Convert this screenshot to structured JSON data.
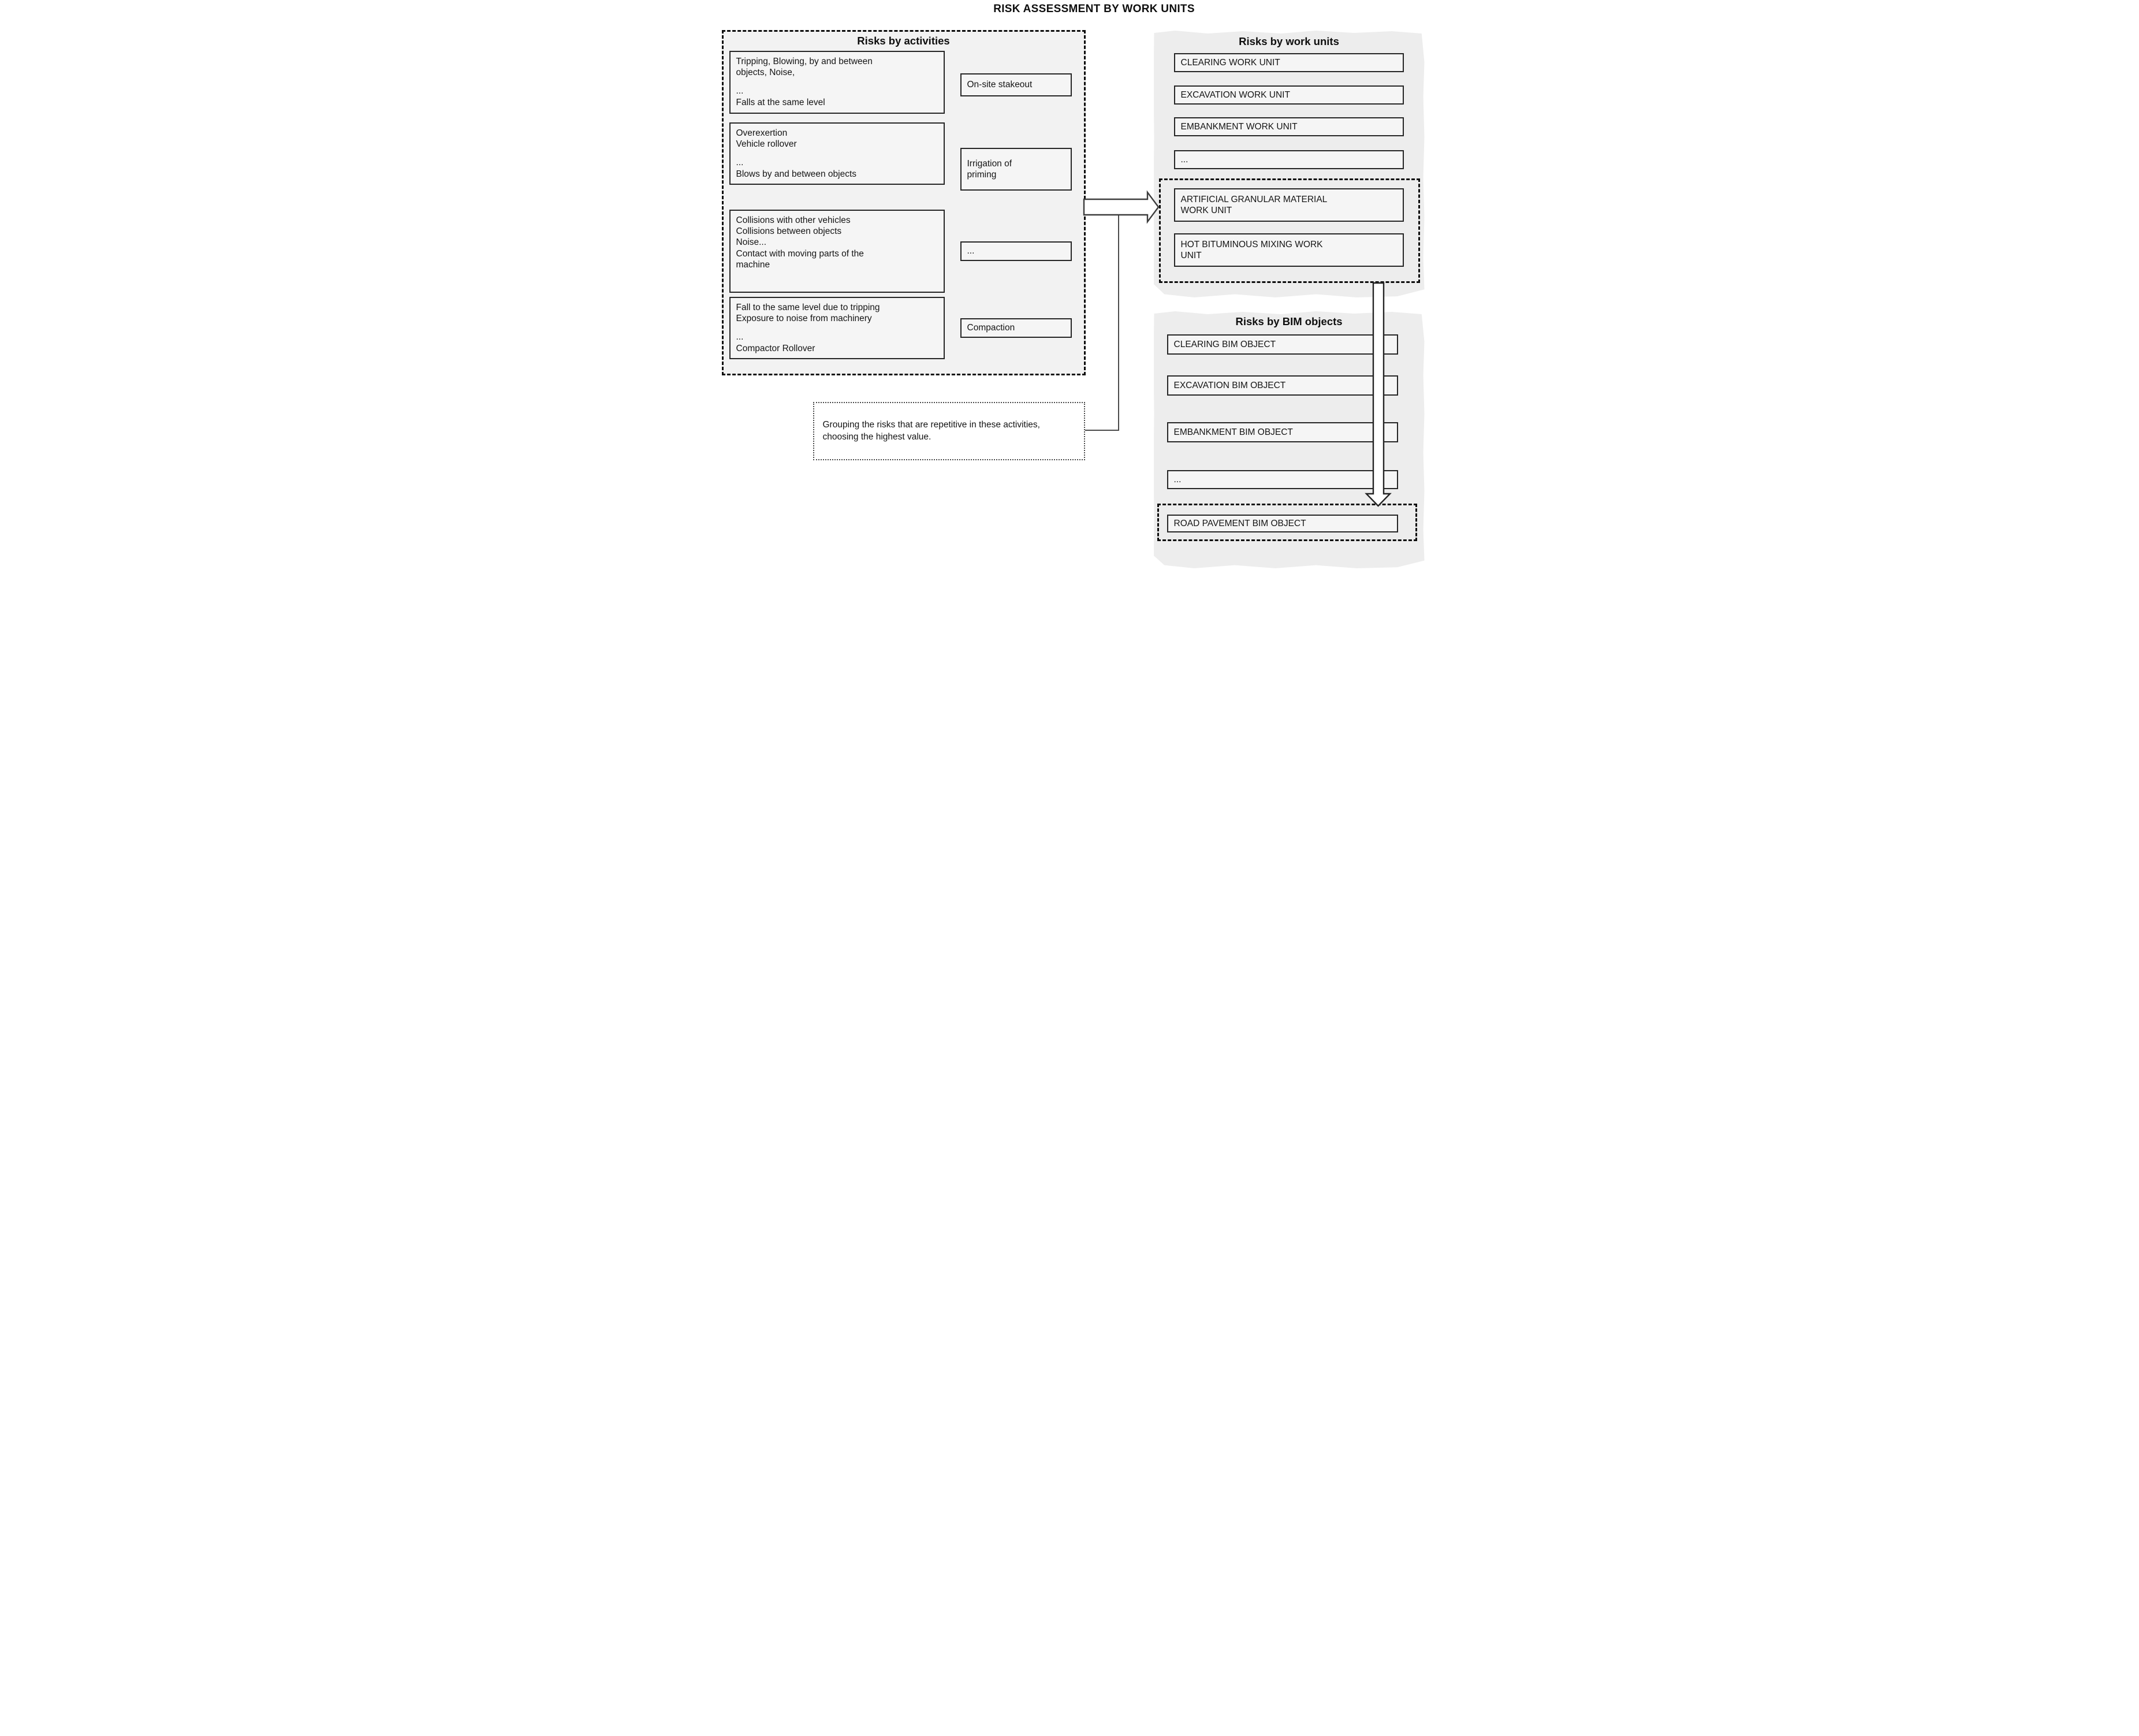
{
  "title": "RISK ASSESSMENT BY WORK UNITS",
  "activities_panel": {
    "header": "Risks by activities",
    "risk_boxes": [
      [
        "Tripping, Blowing, by and between",
        "objects, Noise,",
        "",
        "...",
        "Falls at the same level"
      ],
      [
        "Overexertion",
        "Vehicle rollover",
        "",
        "...",
        "Blows by and between objects"
      ],
      [
        "Collisions with other vehicles",
        "Collisions between objects",
        "Noise...",
        "Contact with moving parts of the",
        "machine"
      ],
      [
        "Fall to the same level due to tripping",
        "Exposure to noise from machinery",
        "",
        "...",
        "Compactor Rollover"
      ]
    ],
    "activity_labels": [
      [
        "On-site stakeout"
      ],
      [
        "Irrigation of",
        "priming"
      ],
      [
        "..."
      ],
      [
        "Compaction"
      ]
    ]
  },
  "work_units_panel": {
    "header": "Risks by work units",
    "units": [
      "CLEARING WORK UNIT",
      "EXCAVATION WORK UNIT",
      "EMBANKMENT WORK UNIT",
      "..."
    ],
    "highlighted_units": [
      [
        "ARTIFICIAL GRANULAR MATERIAL",
        "WORK UNIT"
      ],
      [
        "HOT BITUMINOUS MIXING WORK",
        "UNIT"
      ]
    ]
  },
  "bim_objects_panel": {
    "header": "Risks by BIM objects",
    "objects": [
      "CLEARING BIM OBJECT",
      "EXCAVATION BIM OBJECT",
      "EMBANKMENT BIM OBJECT",
      "..."
    ],
    "highlighted_objects": [
      "ROAD PAVEMENT BIM OBJECT"
    ]
  },
  "note": "Grouping the risks that are repetitive in these activities, choosing the highest value.",
  "colors": {
    "canvas_bg": "#ffffff",
    "panel_fill": "#ededed",
    "activities_panel_fill": "#f2f2f2",
    "box_fill": "#f5f5f5",
    "box_border": "#262626",
    "dash_border": "#0c0c0c",
    "note_border": "#4a4a4a",
    "arrow_fill": "#ffffff",
    "arrow_stroke": "#3c3c3c"
  }
}
